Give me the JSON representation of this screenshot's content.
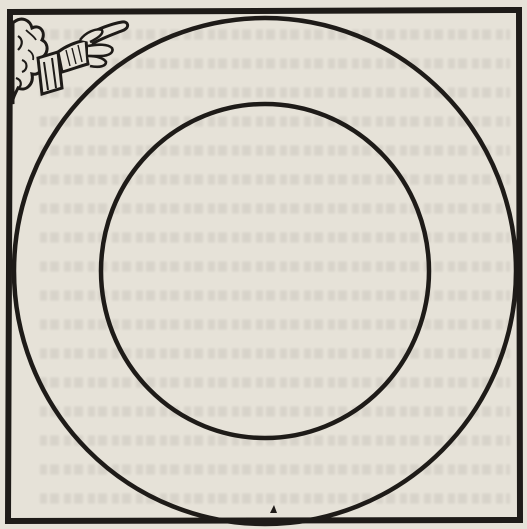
{
  "figure": {
    "description_kind": "woodcut-diagram",
    "elements": {
      "frame": "square-border",
      "outer_ring": "circle",
      "inner_ring": "circle",
      "ornament": "pointing-hand-manicule"
    }
  },
  "icons": {
    "ornament": "manicule-icon"
  },
  "colors": {
    "paper": "#e6e2d8",
    "ink": "#1e1b18",
    "bleed_through": "#3a3530"
  }
}
